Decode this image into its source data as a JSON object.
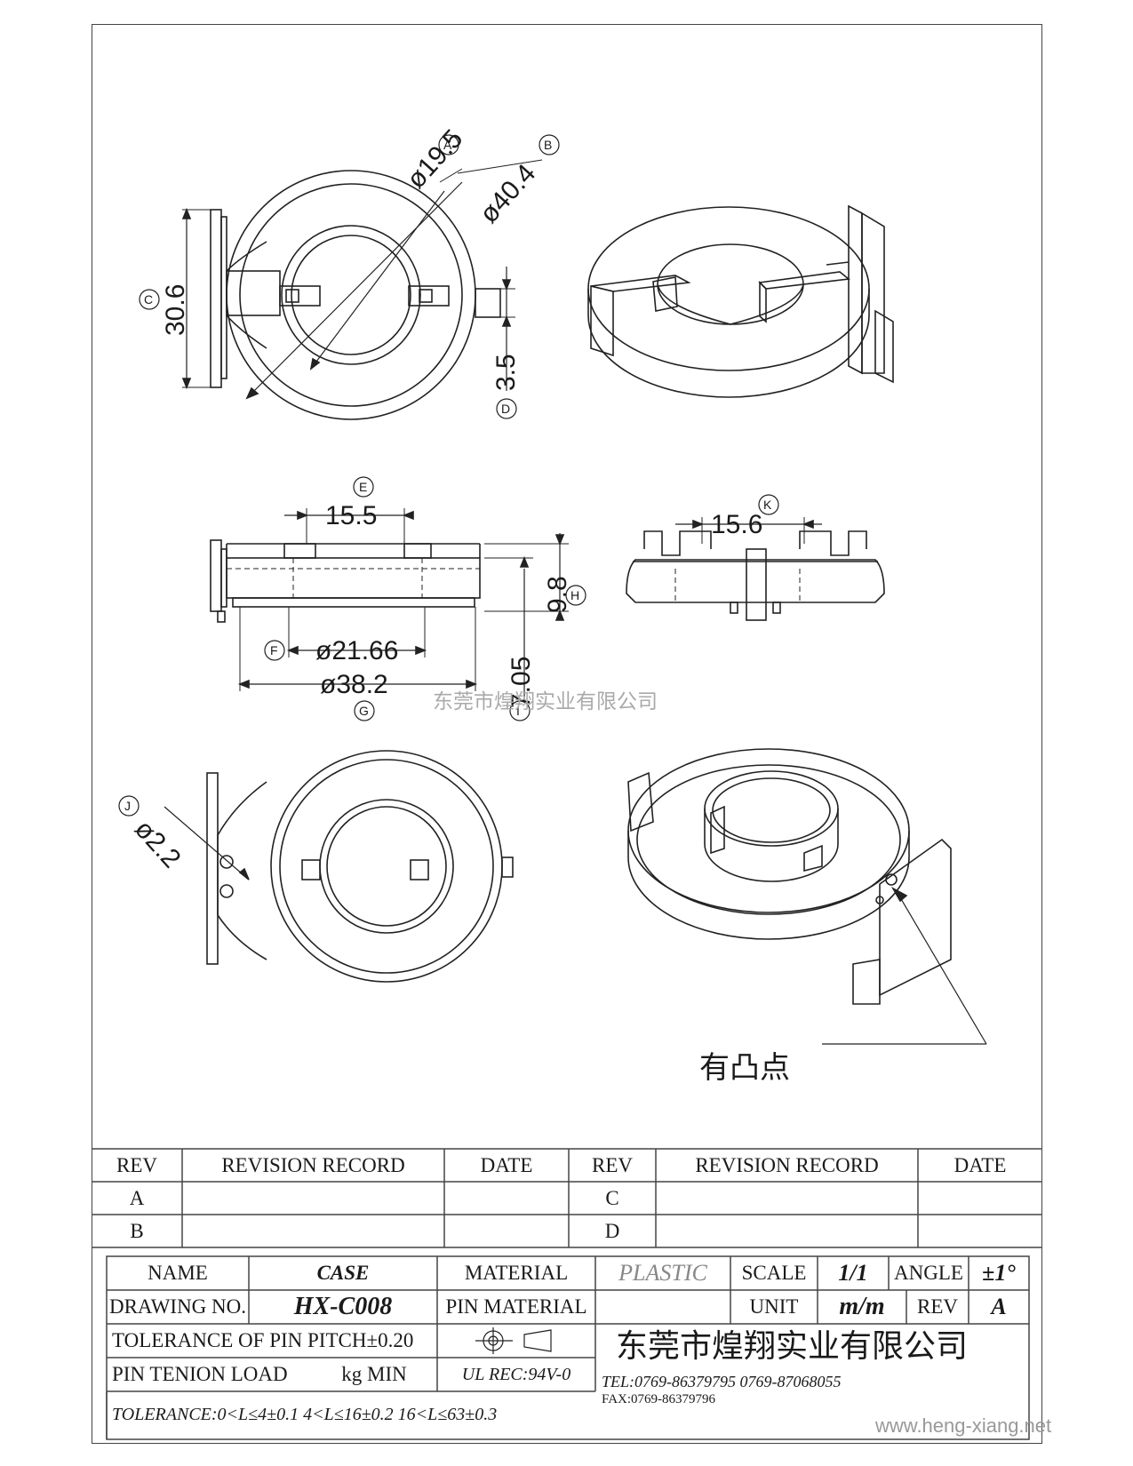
{
  "dims": {
    "outer_dia": "ø40.4",
    "inner_dia": "ø19.5",
    "height_c": "30.6",
    "tab_d": "3.5",
    "slot_e": "15.5",
    "height_h": "9.8",
    "height_i": "7.05",
    "dia_f": "ø21.66",
    "dia_g": "ø38.2",
    "slot_k": "15.6",
    "pin_j": "ø2.2"
  },
  "labels": {
    "A": "A",
    "B": "B",
    "C": "C",
    "D": "D",
    "E": "E",
    "F": "F",
    "G": "G",
    "H": "H",
    "I": "I",
    "J": "J",
    "K": "K"
  },
  "watermark": "东莞市煌翔实业有限公司",
  "note": "有凸点",
  "revision": {
    "rev": "REV",
    "record": "REVISION RECORD",
    "date": "DATE",
    "rows": [
      "A",
      "B",
      "C",
      "D"
    ]
  },
  "title_block": {
    "name_label": "NAME",
    "name": "CASE",
    "material_label": "MATERIAL",
    "material": "PLASTIC",
    "scale_label": "SCALE",
    "scale": "1/1",
    "angle_label": "ANGLE",
    "angle": "±1°",
    "drawing_no_label": "DRAWING NO.",
    "drawing_no": "HX-C008",
    "pin_material_label": "PIN MATERIAL",
    "unit_label": "UNIT",
    "unit": "m/m",
    "rev_label": "REV",
    "rev": "A",
    "tolerance_pitch": "TOLERANCE OF PIN PITCH±0.20",
    "pin_tenion": "PIN TENION LOAD",
    "kg_min": "kg MIN",
    "ul_rec": "UL REC:94V-0",
    "company": "东莞市煌翔实业有限公司",
    "tel": "TEL:0769-86379795   0769-87068055",
    "fax": "FAX:0769-86379796",
    "tolerance_line": "TOLERANCE:0<L≤4±0.1   4<L≤16±0.2   16<L≤63±0.3",
    "website": "www.heng-xiang.net"
  }
}
